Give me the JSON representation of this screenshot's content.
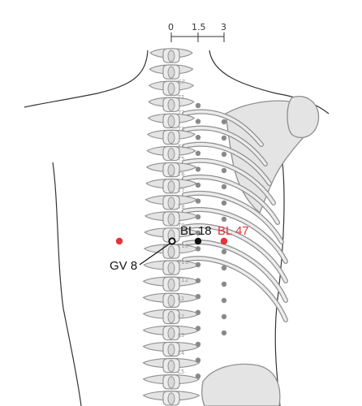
{
  "scale": {
    "marks": [
      "0",
      "1.5",
      "3"
    ]
  },
  "points": [
    {
      "code": "BL 18",
      "color": "#111111"
    },
    {
      "code": "BL 47",
      "color": "#e3343c"
    },
    {
      "code": "GV 8",
      "color": "#111111"
    }
  ],
  "vertebra_labels": [
    "C7",
    "T1",
    "T2",
    "T3",
    "T4",
    "T5",
    "T6",
    "T7",
    "T8",
    "T9",
    "T10",
    "T11",
    "T12",
    "L1",
    "L2",
    "L3",
    "L4",
    "L5"
  ],
  "colors": {
    "outline": "#333333",
    "bone_fill": "#e4e4e4",
    "bone_stroke": "#8f8f8f",
    "reference_dot": "#8a8a8a",
    "highlight": "#e3343c"
  }
}
